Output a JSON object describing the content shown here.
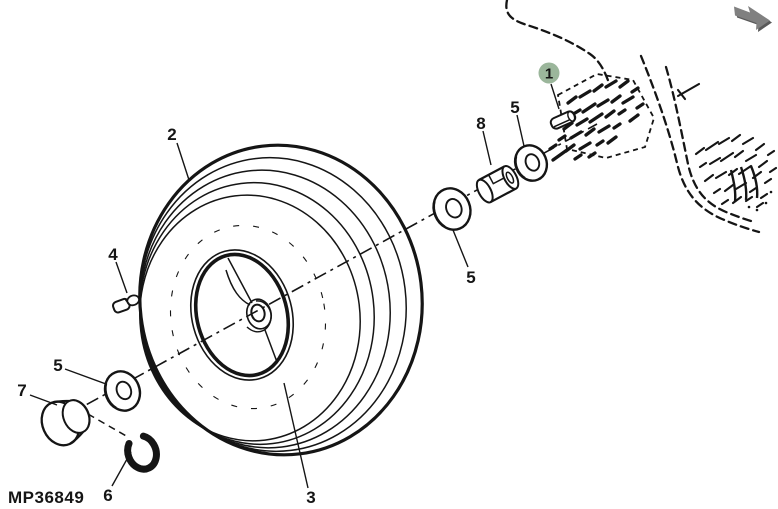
{
  "figure": {
    "code": "MP36849",
    "description": "Exploded parts diagram of a caster wheel assembly attached to a mower frame",
    "colors": {
      "line": "#151515",
      "background": "#ffffff",
      "highlight": "#9bb69b",
      "highlight_text": "#2c3f2c",
      "arrow_fill": "#808080",
      "arrow_edge": "#595959"
    },
    "nav_arrow_icon": "diagonal-arrow-icon"
  },
  "callouts": [
    {
      "part": "1",
      "highlighted": true,
      "component": "roll-pin"
    },
    {
      "part": "2",
      "highlighted": false,
      "component": "tire"
    },
    {
      "part": "3",
      "highlighted": false,
      "component": "wheel-rim"
    },
    {
      "part": "4",
      "highlighted": false,
      "component": "grease-fitting"
    },
    {
      "part": "5",
      "highlighted": false,
      "component": "washer-left"
    },
    {
      "part": "5",
      "highlighted": false,
      "component": "washer-middle"
    },
    {
      "part": "5",
      "highlighted": false,
      "component": "washer-top"
    },
    {
      "part": "6",
      "highlighted": false,
      "component": "e-clip"
    },
    {
      "part": "7",
      "highlighted": false,
      "component": "hub-cap"
    },
    {
      "part": "8",
      "highlighted": false,
      "component": "bushing"
    }
  ]
}
